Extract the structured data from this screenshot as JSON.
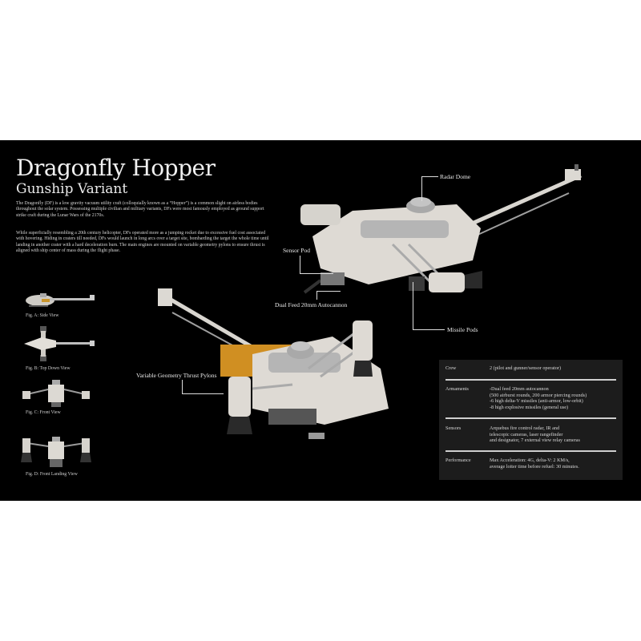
{
  "header": {
    "title": "Dragonfly Hopper",
    "subtitle": "Gunship Variant"
  },
  "description": {
    "paragraph_1": "The Dragonfly (DF) is a low gravity vacuum utility craft (colloquially known as a “Hopper”) is a common slight on airless bodies throughout the solar system. Possessing multiple civilian and military variants, DFs were most famously employed as ground support strike craft during the Lunar Wars of the 2170s.",
    "paragraph_2": "While superficially resembling a 20th century helicopter, DFs operated more as a jumping rocket due to excessive fuel cost associated with hovering. Hiding in craters till needed, DFs would launch in long arcs over a target site, bombarding the target the whole time until landing in another crater with a hard deceleration burn. The main engines are mounted on variable geometry pylons to ensure thrust is aligned with ship center of mass during the flight phase."
  },
  "figures": [
    {
      "caption": "Fig. A: Side View"
    },
    {
      "caption": "Fig. B: Top Down View"
    },
    {
      "caption": "Fig. C: Front View"
    },
    {
      "caption": "Fig. D: Front Landing View"
    }
  ],
  "callouts": {
    "radar_dome": "Radar Dome",
    "sensor_pod": "Sensor Pod",
    "autocannon": "Dual Feed 20mm Autocannon",
    "missile_pods": "Missile Pods",
    "thrust_pylons": "Variable Geometry Thrust Pylons"
  },
  "specs": [
    {
      "label": "Crew",
      "value": "2 (pilot and gunner/sensor operator)"
    },
    {
      "label": "Armaments",
      "value": "-Dual feed 20mm autocannon\n(500 airburst rounds, 200 armor piercing rounds)\n-6 high delta-V missiles (anti-armor, low-orbit)\n-8 high explosive missiles (general use)"
    },
    {
      "label": "Sensors",
      "value": "Arquebus fire control radar, IR and\ntelescopic cameras, laser rangefinder\nand designator, 7 external view relay cameras"
    },
    {
      "label": "Performance",
      "value": "Max Acceleration: 4G, delta-V: 2 KM/s,\naverage loiter time before refuel: 30 minutes."
    }
  ],
  "colors": {
    "background": "#000000",
    "page": "#ffffff",
    "spec_box": "#1c1c1c",
    "hull": "#dedad4",
    "accent_fuel": "#d79a2a"
  }
}
